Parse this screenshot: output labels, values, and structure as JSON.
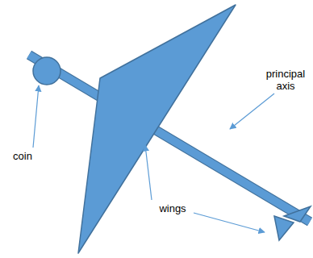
{
  "diagram": {
    "labels": [
      "coin",
      "principal axis",
      "wings"
    ]
  }
}
